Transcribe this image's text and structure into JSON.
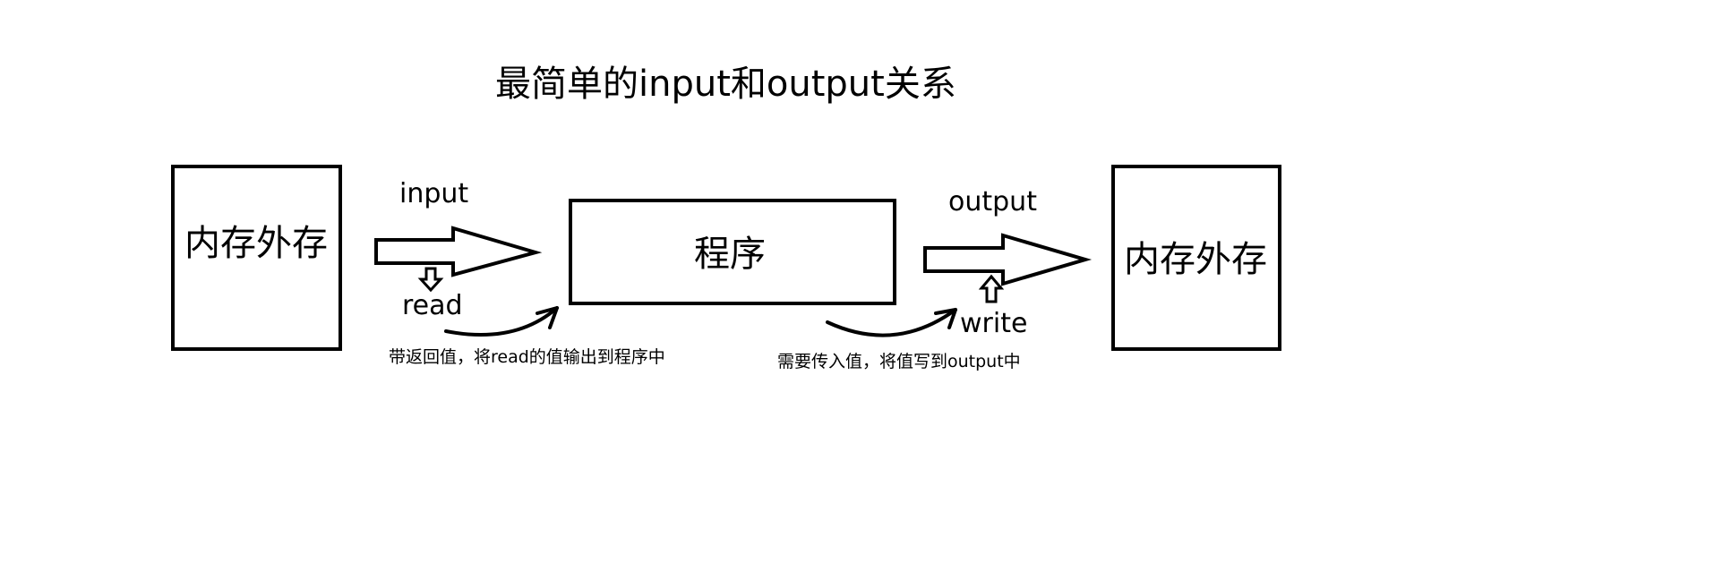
{
  "title": "最简单的input和output关系",
  "nodes": {
    "left_storage": "内存外存",
    "program": "程序",
    "right_storage": "内存外存"
  },
  "labels": {
    "input": "input",
    "read": "read",
    "output": "output",
    "write": "write"
  },
  "notes": {
    "read_note": "带返回值，将read的值输出到程序中",
    "write_note": "需要传入值，将值写到output中"
  }
}
